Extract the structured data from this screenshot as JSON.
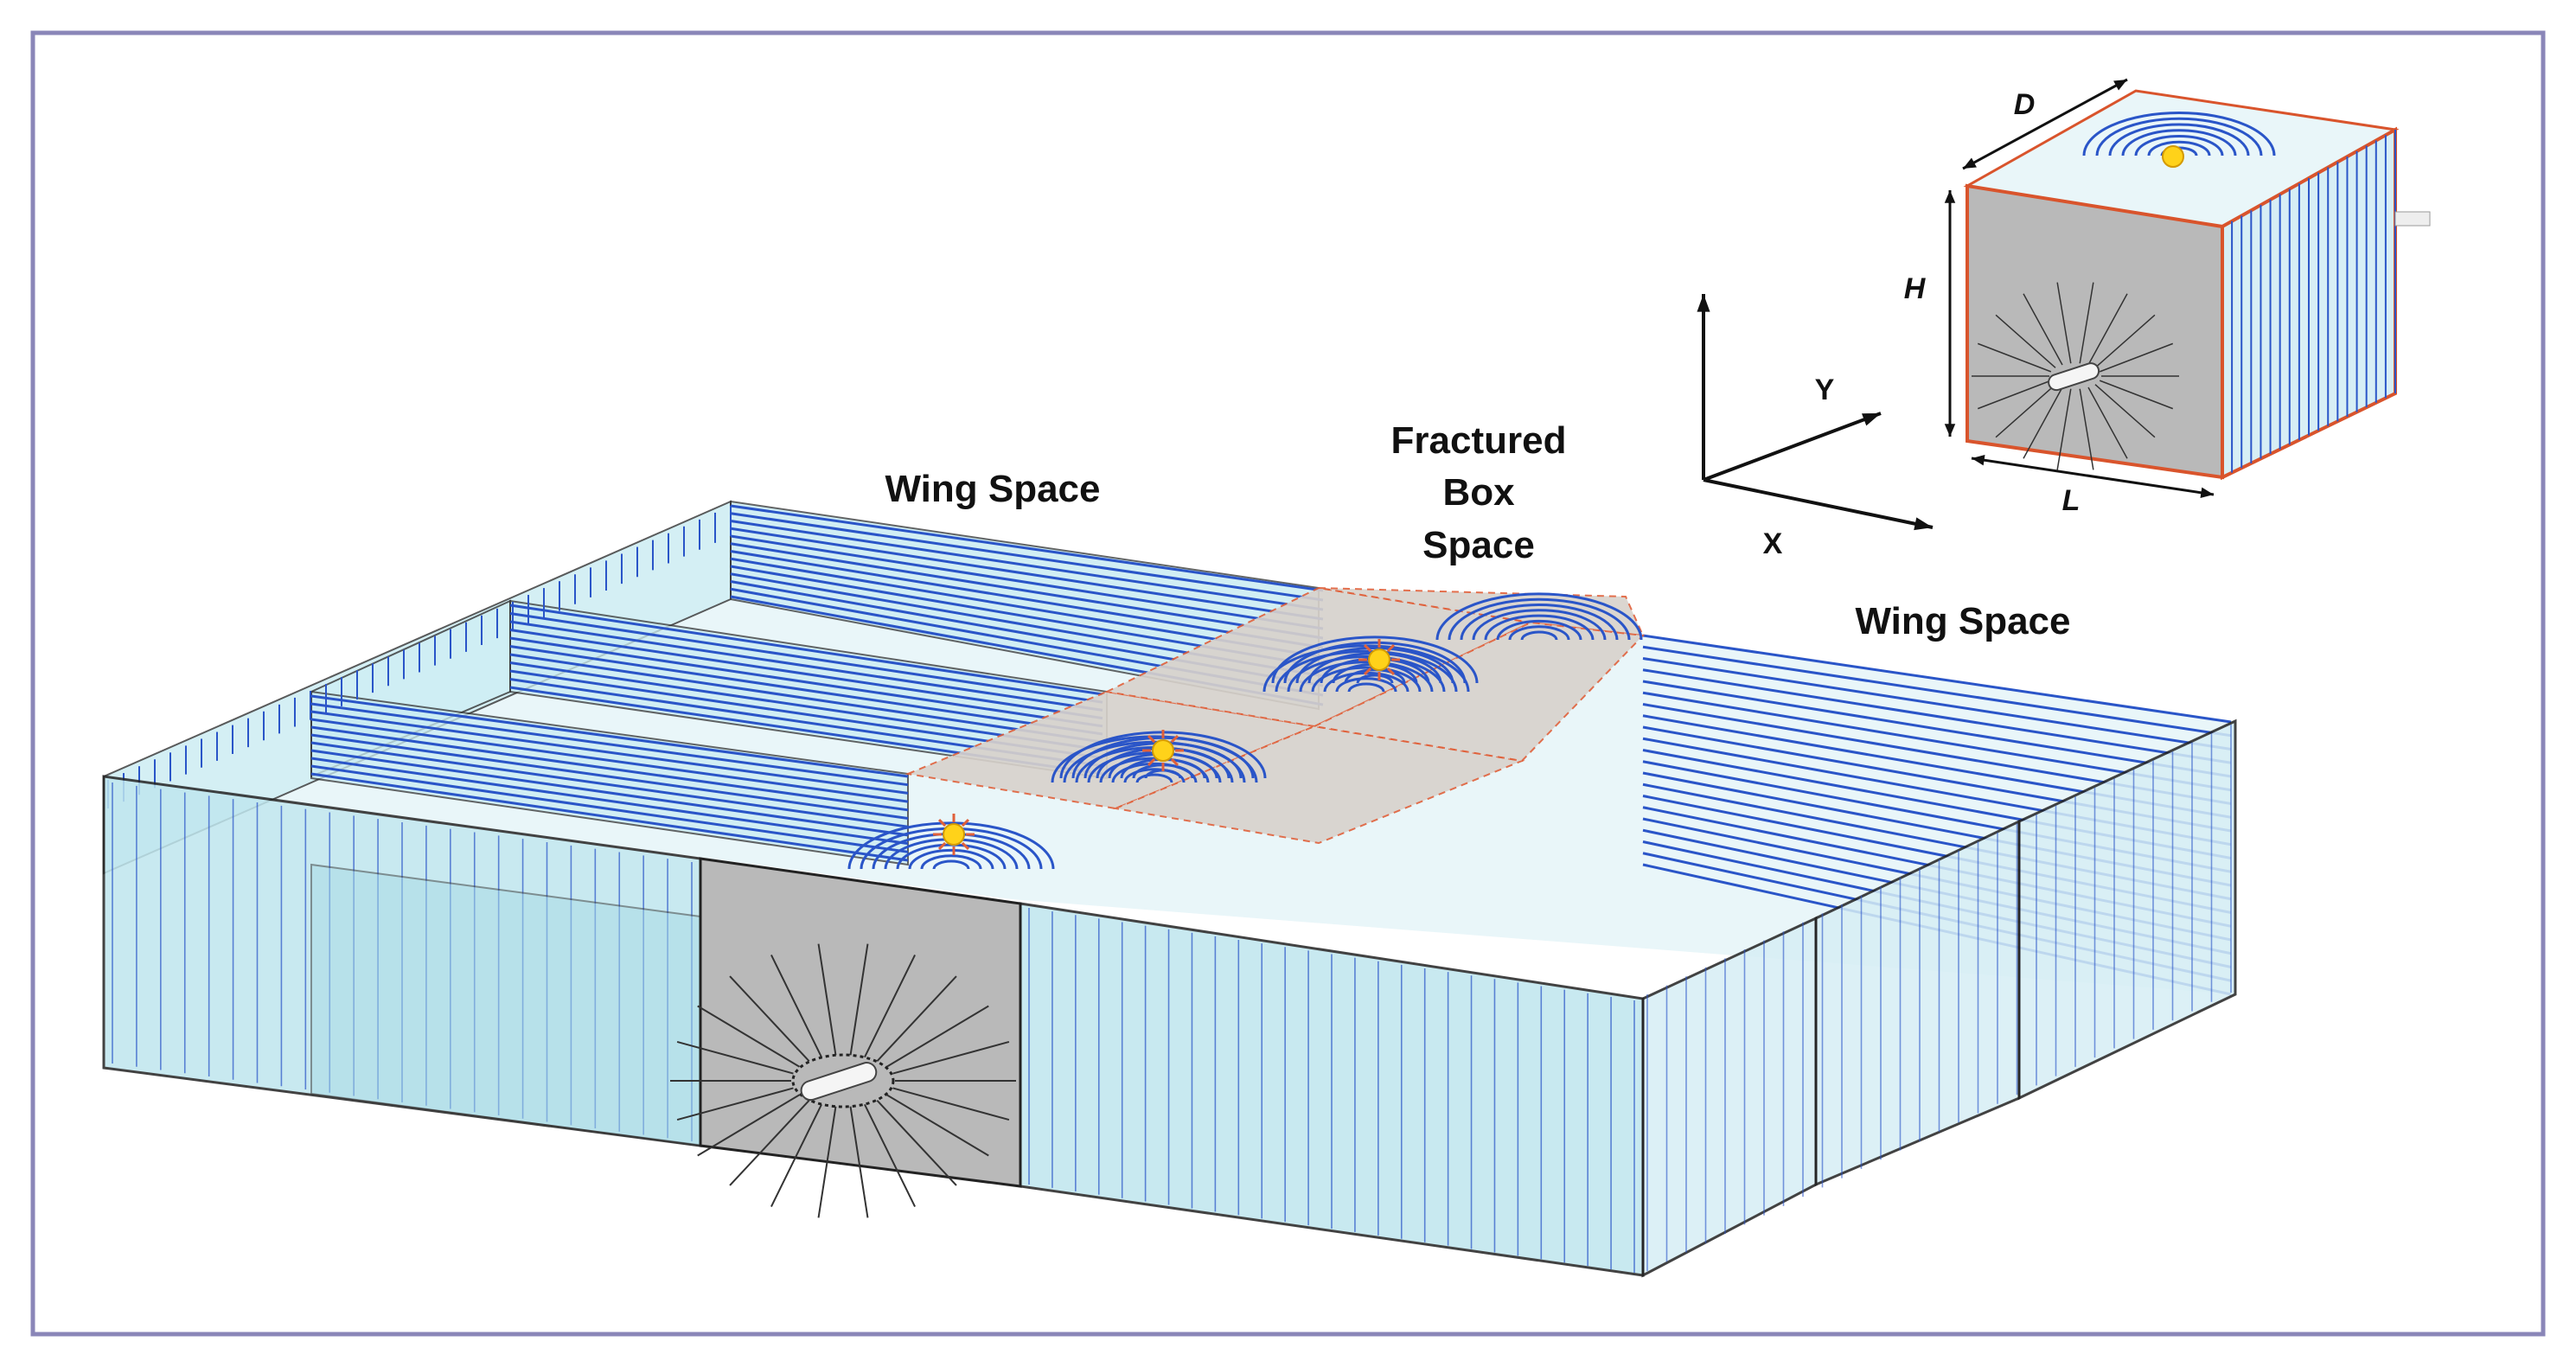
{
  "labels": {
    "wing_space_left": "Wing Space",
    "fractured_line1": "Fractured",
    "fractured_line2": "Box",
    "fractured_line3": "Space",
    "wing_space_right": "Wing Space"
  },
  "axes": {
    "x": "X",
    "y": "Y"
  },
  "dimensions": {
    "depth": "D",
    "height": "H",
    "length": "L"
  },
  "colors": {
    "frame": "#8a86b8",
    "wing_fill": "#bfe6ee",
    "fracture_lines": "#2a55c8",
    "box_face": "#b9b9b9",
    "source_marker": "#ffd21a",
    "dashed_boundary": "#e0603a",
    "box_outline": "#d9542c"
  },
  "icons": {
    "wellbore": "wellbore-icon",
    "source_points": "sun-marker-icon",
    "axis_arrows": "arrow-icon"
  }
}
